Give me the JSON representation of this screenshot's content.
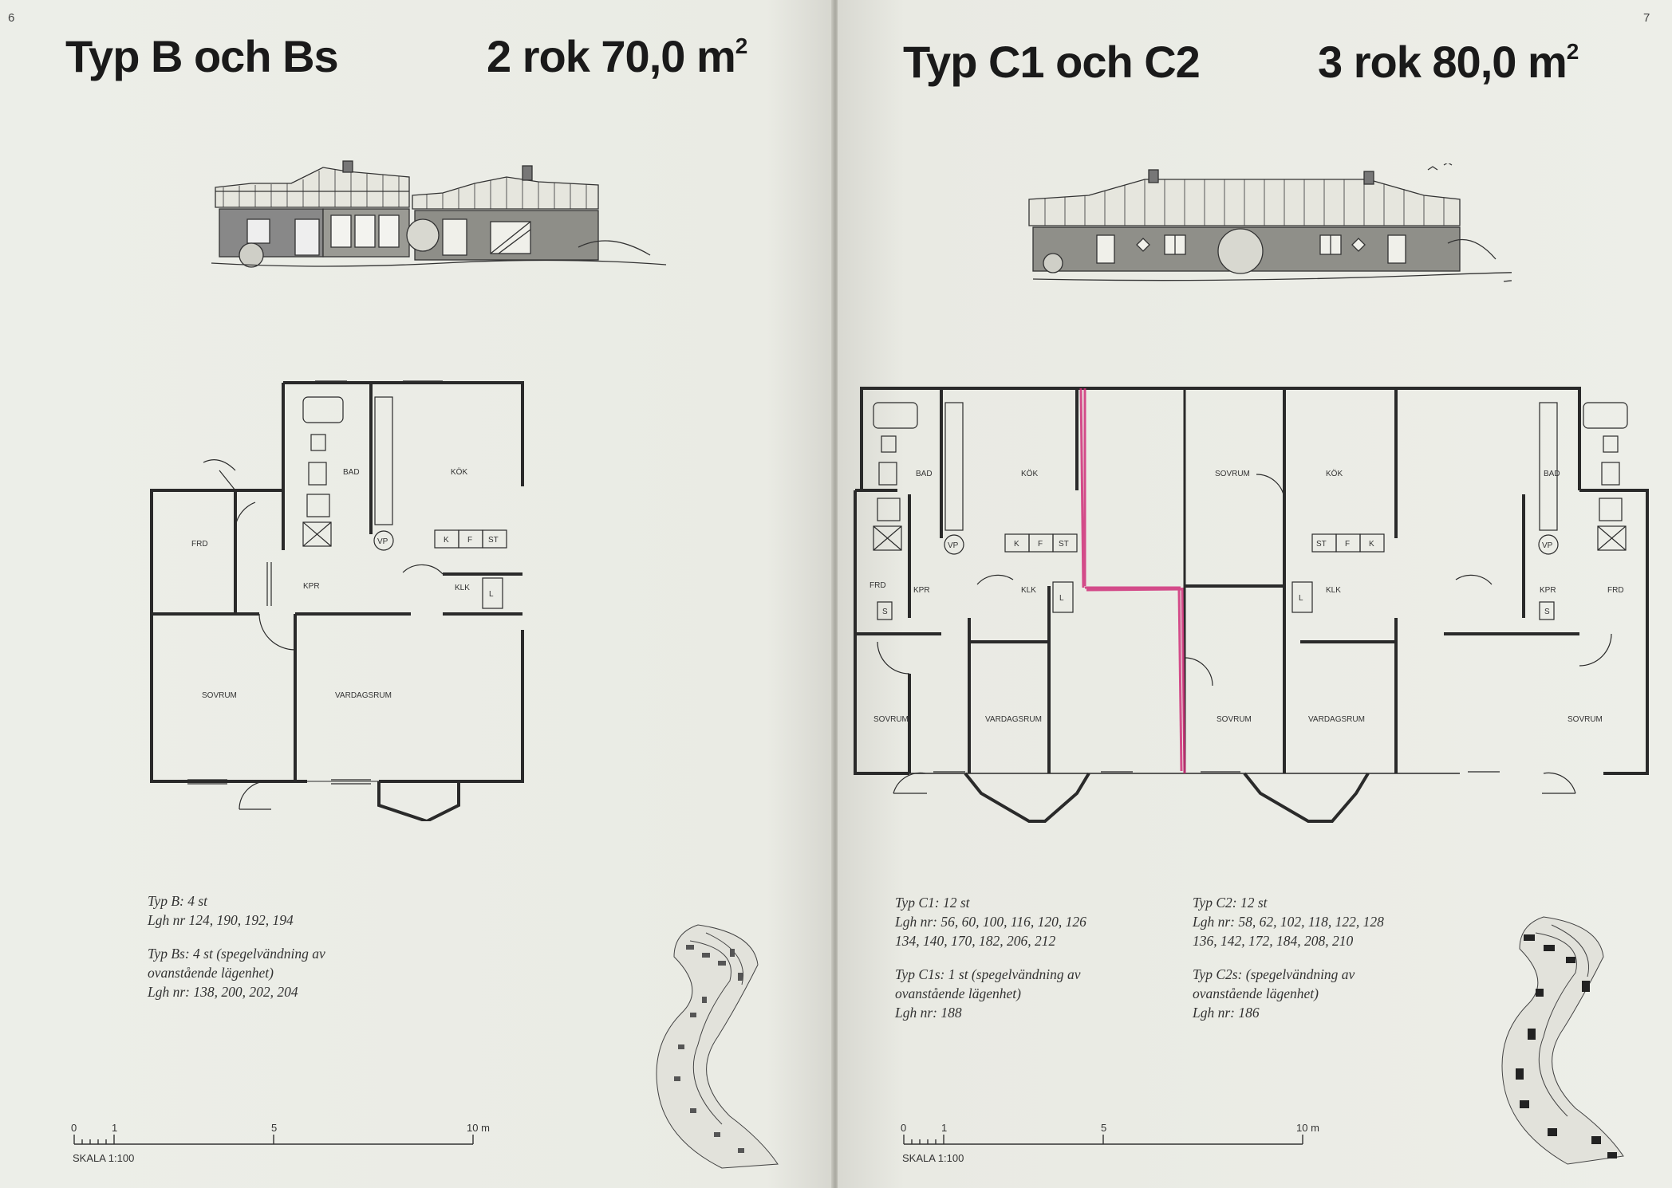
{
  "left_page": {
    "page_number": "6",
    "title": "Typ B och Bs",
    "size": "2 rok 70,0 m",
    "size_sup": "2",
    "rooms": {
      "bad": "BAD",
      "kok": "KÖK",
      "frd": "FRD",
      "kpr": "KPR",
      "klk": "KLK",
      "sovrum": "SOVRUM",
      "vardagsrum": "VARDAGSRUM",
      "k": "K",
      "f": "F",
      "st": "ST",
      "vp": "VP",
      "l": "L"
    },
    "notes": {
      "line1": "Typ B: 4 st",
      "line2": "Lgh nr 124, 190, 192, 194",
      "line3": "Typ Bs: 4 st (spegelvändning av",
      "line4": "ovanstående lägenhet)",
      "line5": "Lgh nr: 138, 200, 202, 204"
    },
    "scale": {
      "t0": "0",
      "t1": "1",
      "t5": "5",
      "t10": "10 m",
      "label": "SKALA  1:100"
    }
  },
  "right_page": {
    "page_number": "7",
    "title": "Typ C1 och C2",
    "size": "3 rok 80,0 m",
    "size_sup": "2",
    "rooms": {
      "bad": "BAD",
      "kok": "KÖK",
      "frd": "FRD",
      "kpr": "KPR",
      "klk": "KLK",
      "sovrum": "SOVRUM",
      "vardagsrum": "VARDAGSRUM",
      "k": "K",
      "f": "F",
      "st": "ST",
      "vp": "VP",
      "l": "L",
      "s": "S"
    },
    "notes_c1": {
      "line1": "Typ C1: 12 st",
      "line2": "Lgh nr: 56, 60, 100, 116, 120, 126",
      "line3": "134, 140, 170, 182, 206, 212",
      "line4": "Typ C1s: 1 st (spegelvändning av",
      "line5": "ovanstående lägenhet)",
      "line6": "Lgh nr: 188"
    },
    "notes_c2": {
      "line1": "Typ C2: 12 st",
      "line2": "Lgh nr: 58, 62, 102, 118, 122, 128",
      "line3": "136, 142, 172, 184, 208, 210",
      "line4": "Typ C2s: (spegelvändning av",
      "line5": "ovanstående lägenhet)",
      "line6": "Lgh nr: 186"
    },
    "scale": {
      "t0": "0",
      "t1": "1",
      "t5": "5",
      "t10": "10 m",
      "label": "SKALA  1:100"
    }
  },
  "colors": {
    "paper": "#eeeee8",
    "ink": "#2a2a2a",
    "marker": "#d0307a"
  }
}
